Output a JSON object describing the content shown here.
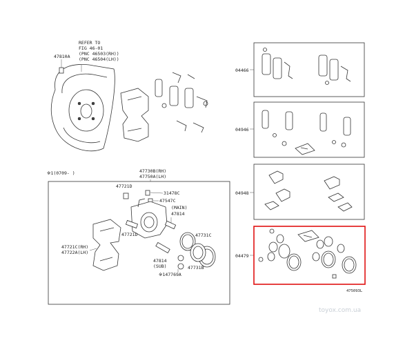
{
  "refer_note": [
    "REFER TO",
    "FIG 46-01",
    "(PNC 46503(RH))",
    "(PNC 46504(LH))"
  ],
  "labels": {
    "p47810A": "47810A",
    "note_date": "※1(0709-      )",
    "p47730B": "47730B(RH)",
    "p47750A": "47750A(LH)",
    "p47721D_top": "47721D",
    "p31478C": "31478C",
    "p47547C": "47547C",
    "main": "(MAIN)",
    "p47814_main": "47814",
    "p47721D_mid": "47721D",
    "p47731C": "47731C",
    "p47721C": "47721C(RH)",
    "p47722A": "47722A(LH)",
    "p47814_sub": "47814",
    "sub": "(SUB)",
    "p47731B": "47731B",
    "p147769A": "※147769A",
    "p04466": "04466",
    "p04946": "04946",
    "p04948": "04948",
    "p04479": "04479",
    "fig_code": "475093L",
    "watermark": "toyox.com.ua"
  },
  "highlight_color": "#e01010"
}
